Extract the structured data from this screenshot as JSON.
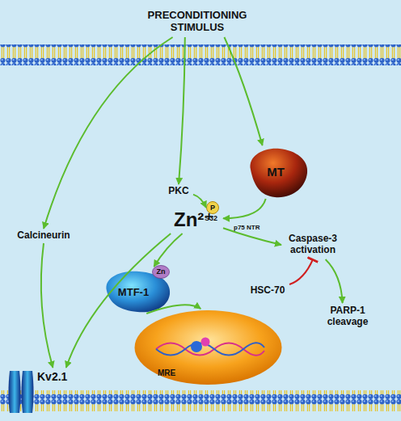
{
  "diagram": {
    "nodes": [
      {
        "text": [
          "PRECONDITIONING STIMULUS"
        ]
      },
      {
        "text": [
          "MT"
        ]
      },
      {
        "text": [
          "Calcineurin"
        ]
      },
      {
        "text": [
          "PKC"
        ]
      },
      {
        "text": [
          "P"
        ]
      },
      {
        "text": [
          "Zn²⁺"
        ]
      },
      {
        "text": [
          "Caspase-3 activation"
        ]
      },
      {
        "text": [
          "MTF-1"
        ]
      },
      {
        "text": [
          "Zn"
        ],
        "in": 7
      },
      {
        "text": [
          "HSC-70"
        ]
      },
      {
        "text": [
          "PARP-1 cleavage"
        ]
      },
      {
        "text": [
          "MRE"
        ]
      },
      {
        "text": [
          "Kv2.1"
        ]
      }
    ],
    "edges": [
      {
        "from": 0,
        "to": 2,
        "arrow": "to"
      },
      {
        "from": 0,
        "to": 3,
        "arrow": "to"
      },
      {
        "from": 0,
        "to": 1,
        "arrow": "to"
      },
      {
        "from": 3,
        "to": 4,
        "arrow": "to"
      },
      {
        "from": 1,
        "to": 5,
        "arrow": "to"
      },
      {
        "from": 5,
        "to": 6,
        "label": "p75 NTR",
        "arrow": "to"
      },
      {
        "from": 5,
        "to": 7,
        "arrow": "to"
      },
      {
        "from": 5,
        "to": 12,
        "arrow": "to"
      },
      {
        "from": 2,
        "to": 12,
        "arrow": "to"
      },
      {
        "from": 9,
        "to": 6,
        "arrow": "to"
      },
      {
        "from": 6,
        "to": 10,
        "arrow": "to"
      },
      {
        "from": 7,
        "to": 11,
        "arrow": "to"
      }
    ],
    "labels": [
      "S32"
    ]
  }
}
